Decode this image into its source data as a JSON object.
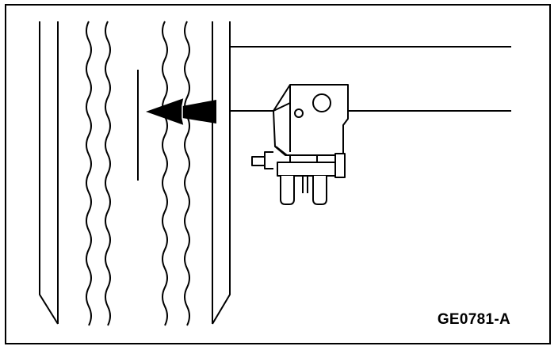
{
  "figure": {
    "id_label": "GE0781-A",
    "ink_color": "#000000",
    "paper_color": "#ffffff"
  },
  "illustration": {
    "subject": "tire",
    "indicator": "arrow-left-icon",
    "component": "mounted-bracket-assembly"
  }
}
